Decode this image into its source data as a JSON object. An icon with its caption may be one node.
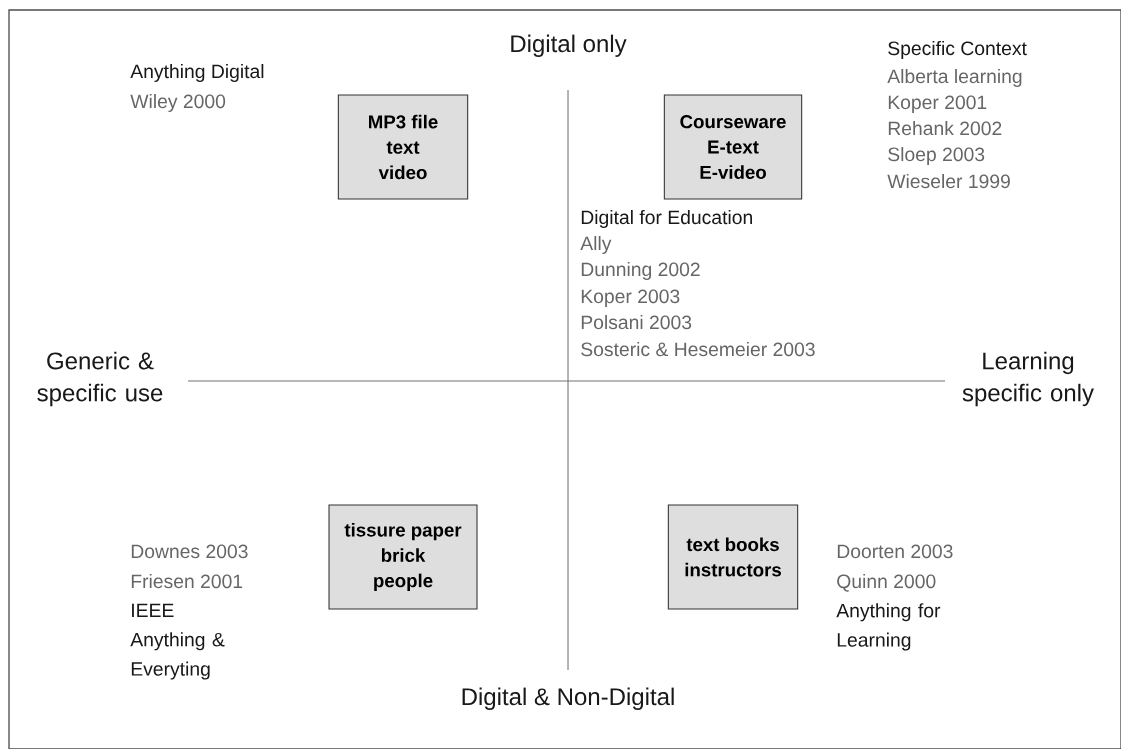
{
  "diagram": {
    "nodes": [
      {
        "text": [
          "MP3 file",
          "text",
          "video"
        ]
      },
      {
        "text": [
          "Courseware",
          "E-text",
          "E-video"
        ]
      },
      {
        "text": [
          "tissure paper",
          "brick",
          "people"
        ]
      },
      {
        "text": [
          "text books",
          "instructors"
        ]
      }
    ],
    "labels": [
      "Digital only",
      "Anything Digital",
      "Wiley 2000",
      "Specific Context",
      "Alberta learning",
      "Koper 2001",
      "Rehank 2002",
      "Sloep 2003",
      "Wieseler 1999",
      "Digital for Education",
      "Ally",
      "Dunning 2002",
      "Koper 2003",
      "Polsani 2003",
      "Sosteric & Hesemeier 2003",
      "Generic & specific use",
      "Learning specific only",
      "Downes 2003",
      "Friesen 2001",
      "IEEE",
      "Anything & Everyting",
      "Doorten 2003",
      "Quinn 2000",
      "Anything for Learning",
      "Digital & Non-Digital"
    ]
  }
}
